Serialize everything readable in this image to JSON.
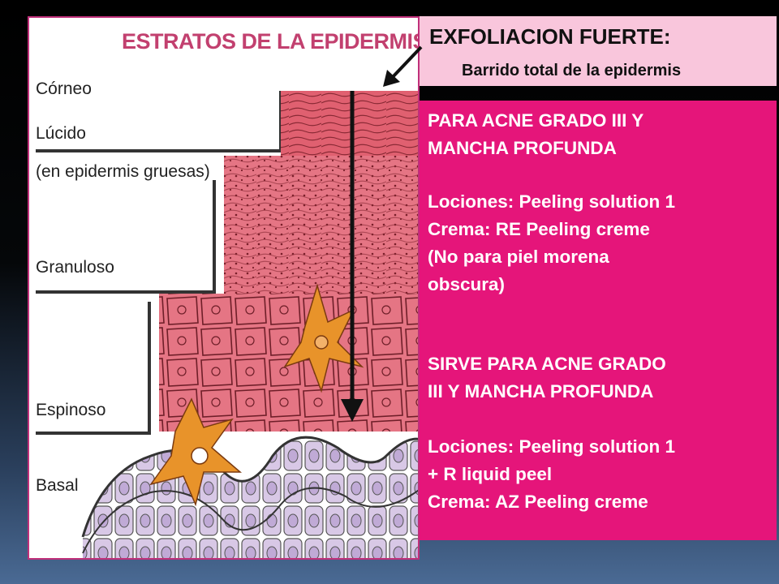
{
  "diagram": {
    "title": "ESTRATOS DE LA EPIDERMIS",
    "layers": [
      "Córneo",
      "Lúcido",
      "(en epidermis gruesas)",
      "Granuloso",
      "Espinoso",
      "Basal"
    ]
  },
  "header": {
    "title": "EXFOLIACION FUERTE:",
    "subtitle": "Barrido total de la epidermis"
  },
  "info": {
    "lines": [
      "PARA ACNE GRADO III Y",
      "MANCHA PROFUNDA",
      "Lociones: Peeling solution 1",
      "Crema: RE Peeling creme",
      "(No para piel morena",
      "obscura)",
      "SIRVE PARA ACNE GRADO",
      "III Y MANCHA PROFUNDA",
      "Lociones: Peeling solution 1",
      "+ R liquid peel",
      "Crema: AZ Peeling creme"
    ]
  },
  "colors": {
    "info_box": "#e5157a",
    "header_box": "#f9c6dc",
    "diagram_title": "#c2406f",
    "cell_overlay": "#e06070",
    "basal_cells": "#d8c8e6",
    "melanocyte": "#e8932a"
  }
}
